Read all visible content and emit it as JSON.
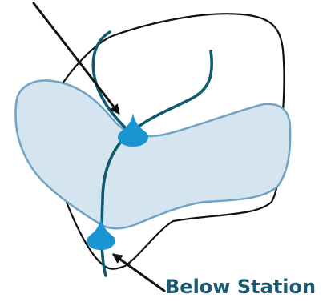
{
  "labels": {
    "below_station": "Below Station"
  },
  "colors": {
    "outline": "#111111",
    "shaded_band_fill": "#d4e5ef",
    "shaded_band_stroke": "#6fa3c4",
    "stream": "#0e5a6f",
    "station_marker": "#1b94d2",
    "label_text": "#1a5a72",
    "arrow": "#111111"
  },
  "icons": {
    "upper_station": "teardrop-marker",
    "lower_station": "teardrop-marker"
  }
}
